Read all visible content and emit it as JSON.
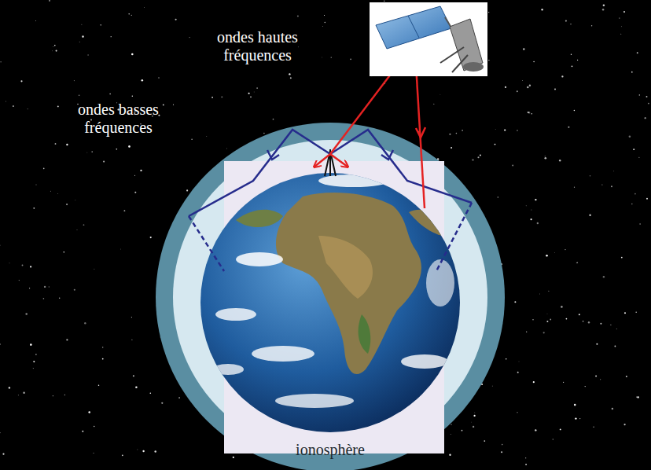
{
  "diagram": {
    "labels": [
      "ondes hautes fréquences",
      "ondes basses fréquences",
      "ionosphère"
    ]
  }
}
